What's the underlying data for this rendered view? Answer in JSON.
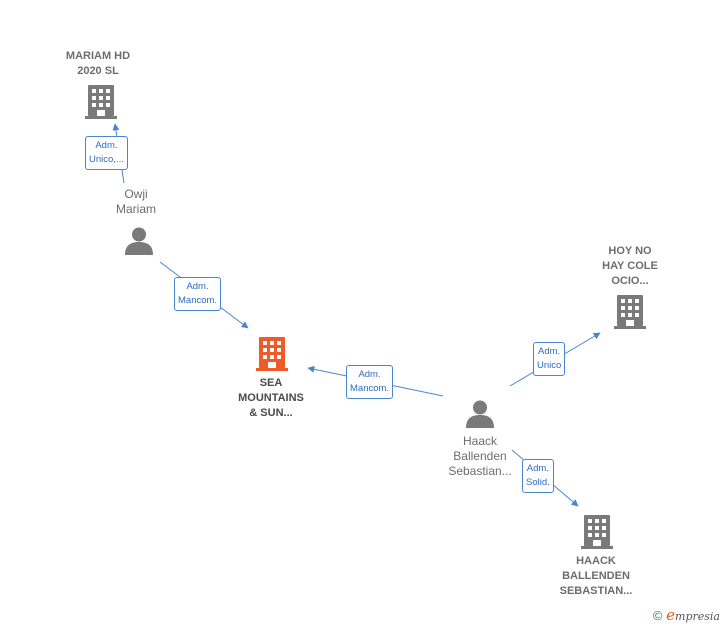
{
  "colors": {
    "edge": "#4a86d0",
    "building": "#7a7a7a",
    "building_main": "#f05a28",
    "person": "#7a7a7a"
  },
  "companies": {
    "mariam": {
      "line1": "MARIAM HD",
      "line2": "2020  SL",
      "icon": "building-icon"
    },
    "hoy": {
      "line1": "HOY NO",
      "line2": "HAY COLE",
      "line3": "OCIO...",
      "icon": "building-icon"
    },
    "sea": {
      "line1": "SEA",
      "line2": "MOUNTAINS",
      "line3": "& SUN...",
      "icon": "building-icon"
    },
    "haack_co": {
      "line1": "HAACK",
      "line2": "BALLENDEN",
      "line3": "SEBASTIAN...",
      "icon": "building-icon"
    }
  },
  "persons": {
    "owji": {
      "line1": "Owji",
      "line2": "Mariam",
      "icon": "person-icon"
    },
    "haack": {
      "line1": "Haack",
      "line2": "Ballenden",
      "line3": "Sebastian...",
      "icon": "person-icon"
    }
  },
  "edges": {
    "owji_mariam": {
      "line1": "Adm.",
      "line2": "Unico,..."
    },
    "owji_sea": {
      "line1": "Adm.",
      "line2": "Mancom."
    },
    "haack_sea": {
      "line1": "Adm.",
      "line2": "Mancom."
    },
    "haack_hoy": {
      "line1": "Adm.",
      "line2": "Unico"
    },
    "haack_haackco": {
      "line1": "Adm.",
      "line2": "Solid."
    }
  },
  "footer": {
    "copyright": "©",
    "brand_initial": "e",
    "brand_rest": "mpresia"
  }
}
